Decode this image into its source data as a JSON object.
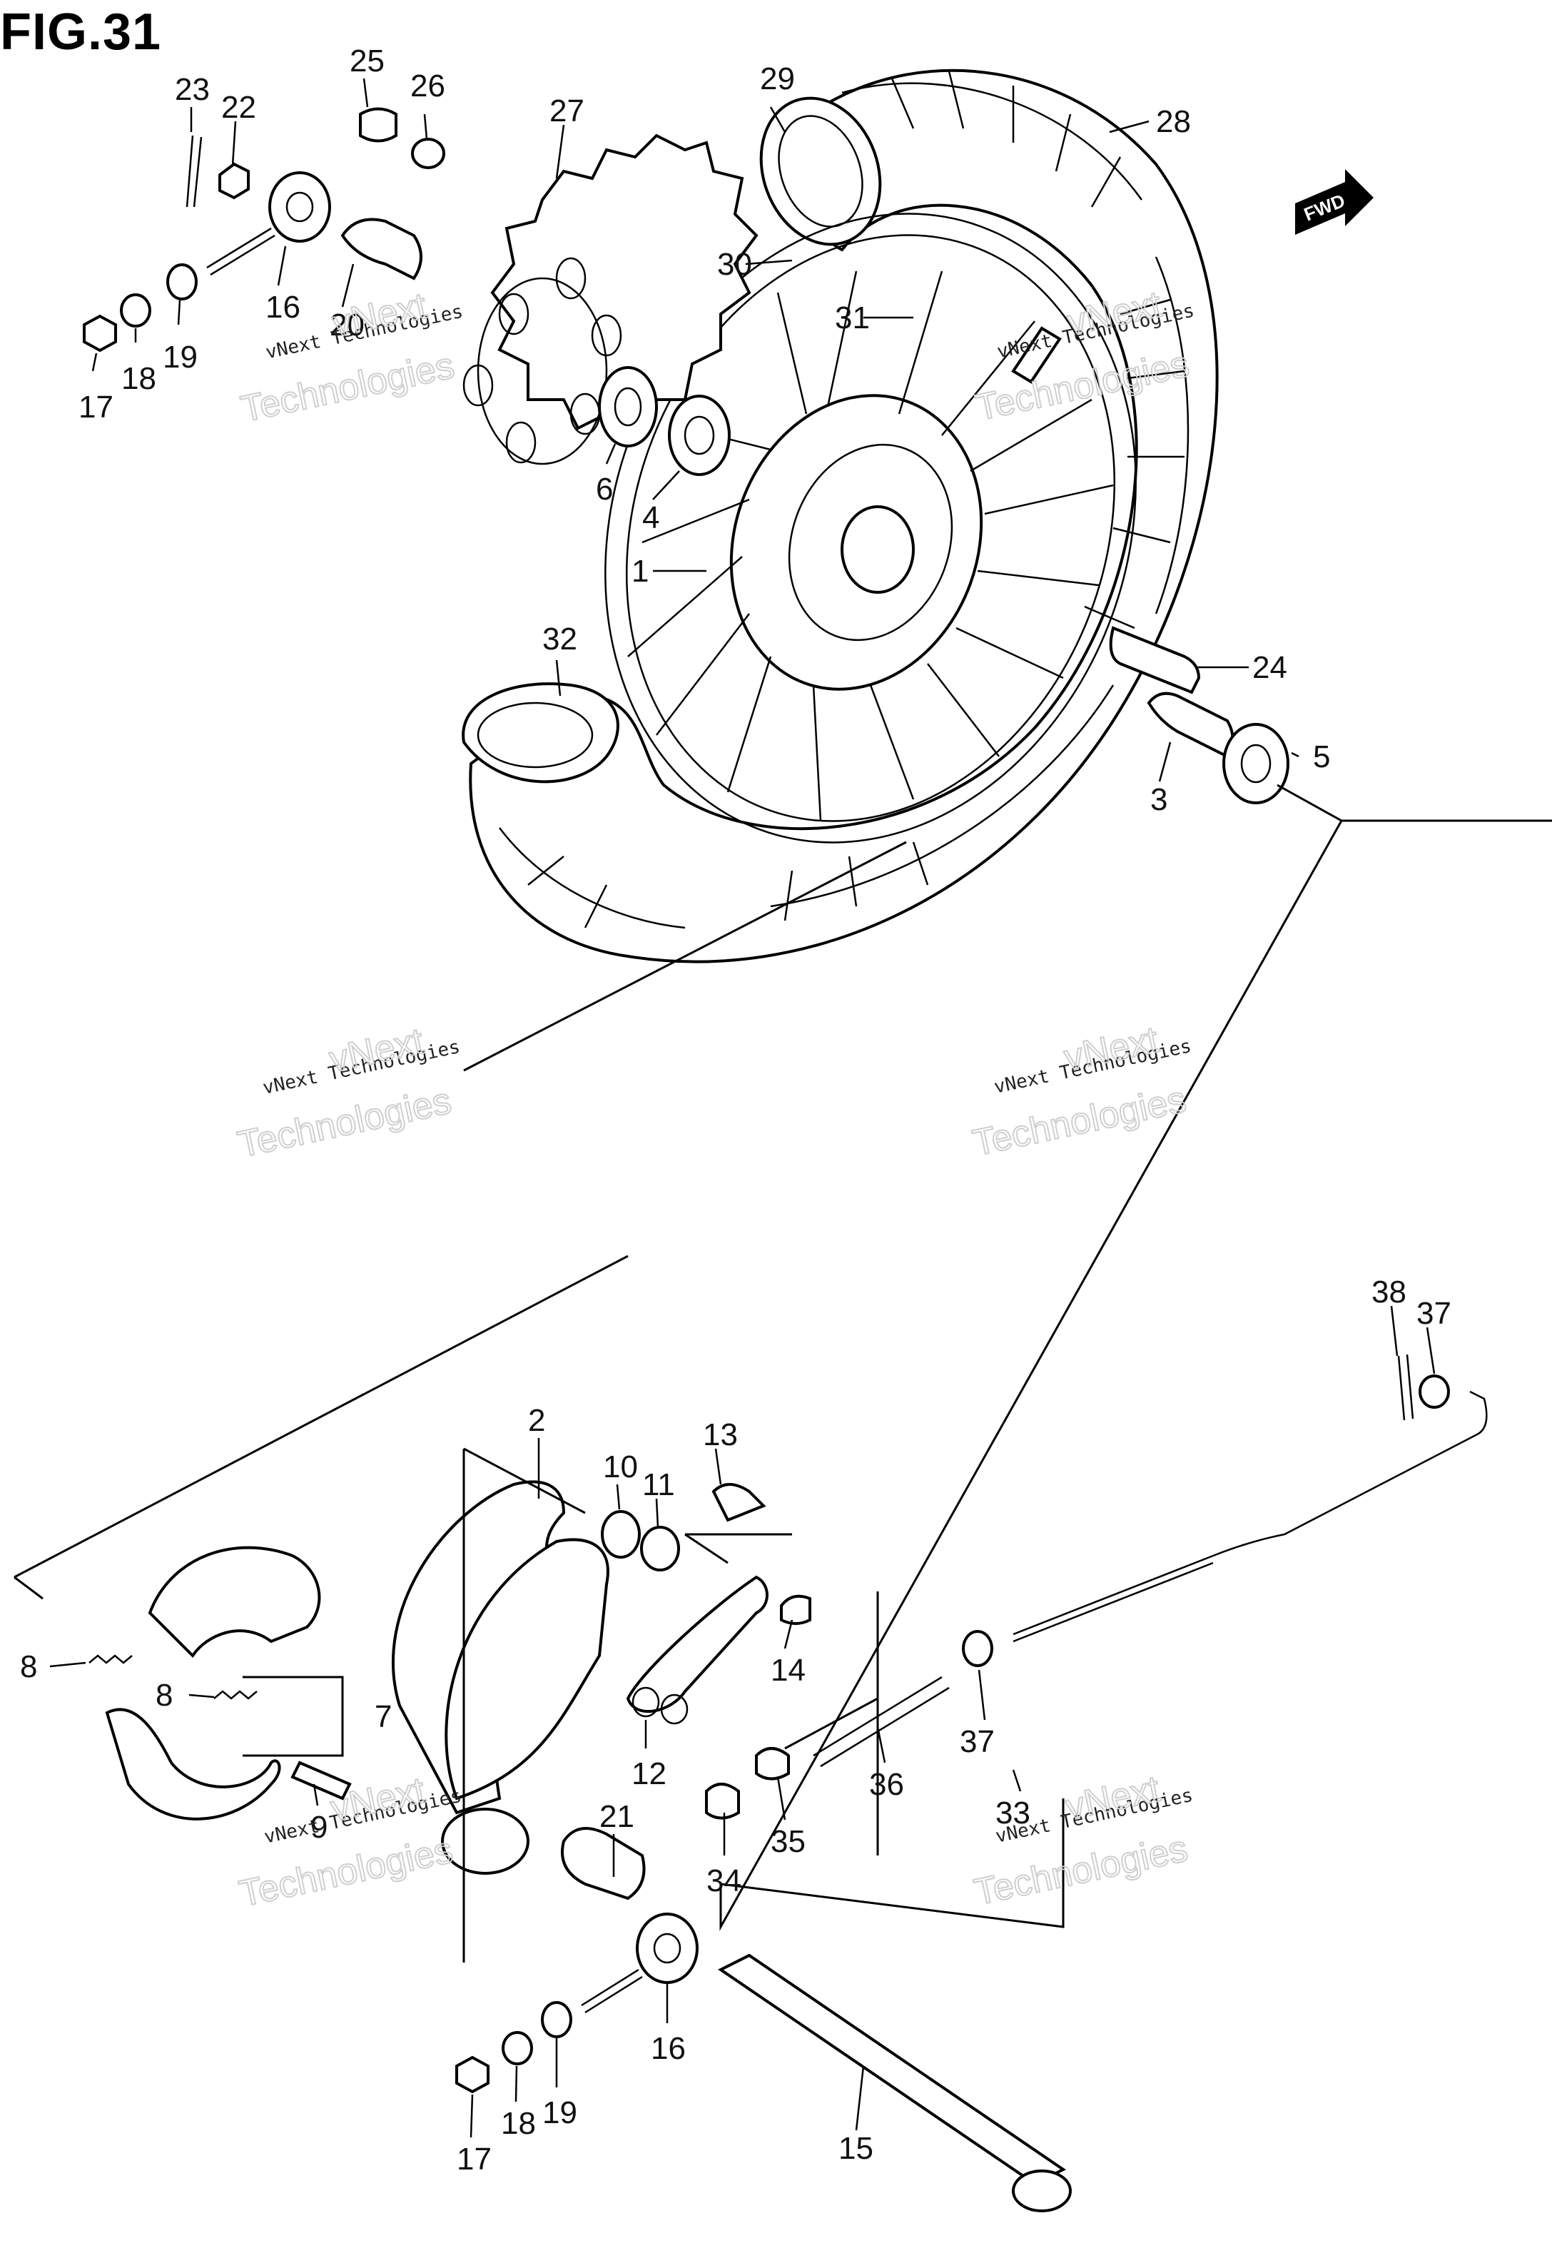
{
  "figure": {
    "title": "FIG.31"
  },
  "fwd_badge": {
    "text": "FWD"
  },
  "watermark": {
    "small": "vNext Technologies",
    "large": "vNext Technologies",
    "large_a": "vNext",
    "large_b": "Technologies"
  },
  "callouts": [
    "23",
    "22",
    "25",
    "26",
    "27",
    "29",
    "28",
    "16",
    "20",
    "17",
    "18",
    "19",
    "30",
    "31",
    "6",
    "4",
    "1",
    "32",
    "24",
    "5",
    "3",
    "38",
    "37",
    "10",
    "11",
    "13",
    "8",
    "8",
    "7",
    "14",
    "12",
    "2",
    "36",
    "37",
    "9",
    "21",
    "35",
    "33",
    "34",
    "16",
    "17",
    "18",
    "19",
    "15"
  ]
}
